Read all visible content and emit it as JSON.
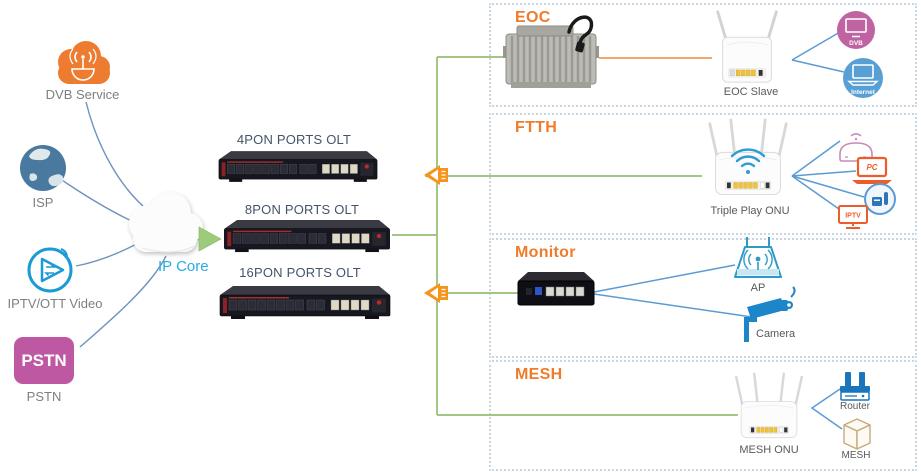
{
  "sources": {
    "dvb": {
      "label": "DVB Service"
    },
    "isp": {
      "label": "ISP"
    },
    "iptv": {
      "label": "IPTV/OTT Video"
    },
    "pstn": {
      "label": "PSTN",
      "badge": "PSTN"
    }
  },
  "core": {
    "label": "IP Core"
  },
  "olts": {
    "olt4": {
      "label": "4PON PORTS OLT"
    },
    "olt8": {
      "label": "8PON PORTS OLT"
    },
    "olt16": {
      "label": "16PON PORTS OLT"
    }
  },
  "zones": {
    "eoc": {
      "title": "EOC",
      "device": "EOC Slave",
      "endpoints": {
        "dvb": "DVB",
        "internet": "Internet"
      }
    },
    "ftth": {
      "title": "FTTH",
      "device": "Triple Play ONU",
      "endpoints": {
        "pc": "PC",
        "iptv": "IPTV"
      }
    },
    "monitor": {
      "title": "Monitor",
      "endpoints": {
        "ap": "AP",
        "camera": "Camera"
      }
    },
    "mesh": {
      "title": "MESH",
      "device": "MESH ONU",
      "endpoints": {
        "router": "Router",
        "mesh": "MESH"
      }
    }
  },
  "colors": {
    "title_orange": "#f07b2a",
    "green_line": "#a3c585",
    "green_arrow": "#9dcb7b",
    "orange_line": "#f2a76f",
    "blue_line": "#5b9bd5",
    "source_curve_blue": "#6e93bd",
    "splitter_orange": "#f7941d",
    "pstn_magenta": "#bf58a2",
    "dvb_circle_pink": "#bf63a2",
    "internet_circle_blue": "#58a0d4",
    "ip_core_blue": "#29abe2",
    "olt_label_slate": "#44546a",
    "label_gray": "#7f7f7f"
  }
}
